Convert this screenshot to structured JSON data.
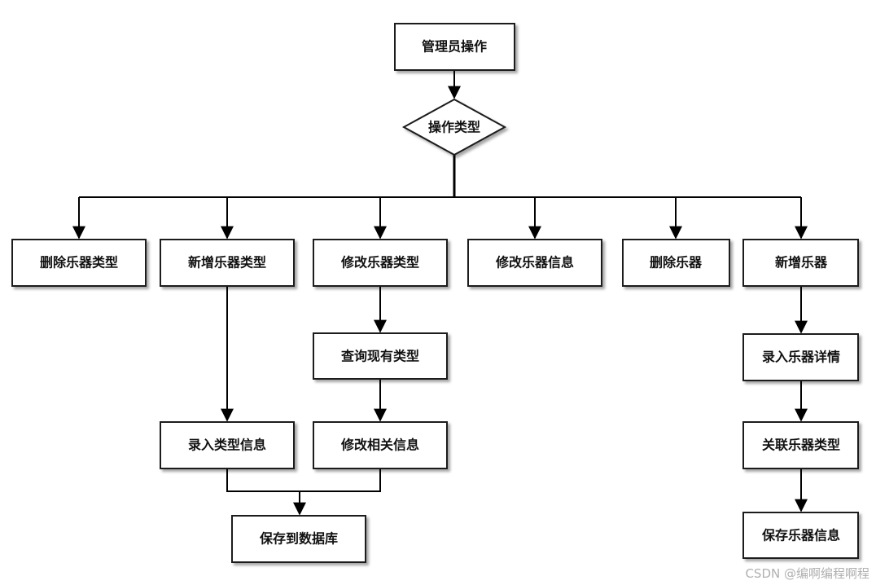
{
  "nodes": {
    "root": "管理员操作",
    "decision": "操作类型",
    "delete_type": "删除乐器类型",
    "add_type": "新增乐器类型",
    "edit_type": "修改乐器类型",
    "edit_instrument": "修改乐器信息",
    "delete_instrument": "删除乐器",
    "add_instrument": "新增乐器",
    "query_types": "查询现有类型",
    "enter_type_info": "录入类型信息",
    "edit_related": "修改相关信息",
    "save_db": "保存到数据库",
    "enter_instrument_detail": "录入乐器详情",
    "link_type": "关联乐器类型",
    "save_instrument": "保存乐器信息"
  },
  "watermark": "CSDN @编啊编程啊程"
}
